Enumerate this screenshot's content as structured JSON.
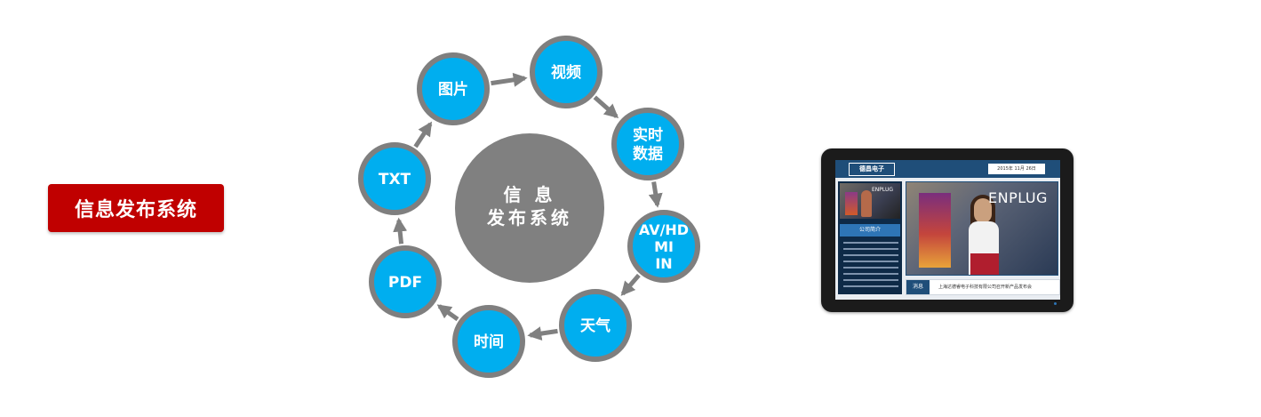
{
  "title_badge": "信息发布系统",
  "center": {
    "lines": [
      "信 息",
      "发布系统"
    ]
  },
  "nodes": [
    {
      "id": "image",
      "lines": [
        "图片"
      ]
    },
    {
      "id": "video",
      "lines": [
        "视频"
      ]
    },
    {
      "id": "realtime-data",
      "lines": [
        "实时",
        "数据"
      ]
    },
    {
      "id": "av-hdmi-in",
      "lines": [
        "AV/HD",
        "MI",
        "IN"
      ]
    },
    {
      "id": "weather",
      "lines": [
        "天气"
      ]
    },
    {
      "id": "time",
      "lines": [
        "时间"
      ]
    },
    {
      "id": "pdf",
      "lines": [
        "PDF"
      ]
    },
    {
      "id": "txt",
      "lines": [
        "TXT"
      ]
    }
  ],
  "colors": {
    "node_fill": "#00aeef",
    "node_ring": "#7f7f7f",
    "center_fill": "#808080",
    "arrow": "#808080",
    "badge": "#c00000"
  },
  "tablet": {
    "logo": "德昌电子",
    "date": "2015年 11月 26日",
    "thumb_text": "ENPLUG",
    "sidebar_tab": "公司简介",
    "main_text": "ENPLUG",
    "message_label": "消息",
    "message_text": "上海达德睿电子科技有限公司召开新产品发布会"
  }
}
